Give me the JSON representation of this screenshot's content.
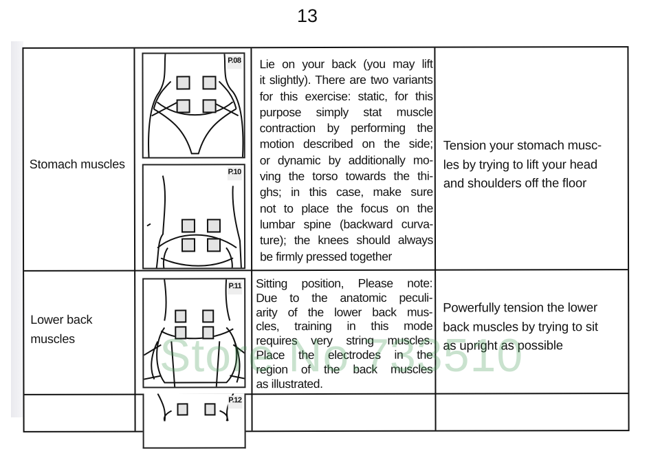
{
  "page_number": "13",
  "watermark": "Store No.733510",
  "rows": [
    {
      "muscle": "Stomach muscles",
      "images": [
        "P.08",
        "P.10"
      ],
      "description_lines": [
        "Lie on your back (you may lift",
        "it slightly). There are two variants",
        "for this exercise: static, for this",
        "purpose simply stat muscle",
        "contraction by performing the",
        "motion described on the side;",
        "or dynamic by additionally mo-",
        "ving the torso towards the thi-",
        "ghs; in this case, make sure",
        "not to place the focus on the",
        "lumbar spine (backward curva-",
        "ture); the knees should always",
        "be firmly pressed together"
      ],
      "instruction_lines": [
        "Tension your stomach musc-",
        "les by trying to lift your head",
        "and shoulders off the floor"
      ]
    },
    {
      "muscle_lines": [
        "Lower back",
        "muscles"
      ],
      "images": [
        "P.11"
      ],
      "description_lines": [
        "Sitting position, Please note:",
        "Due to the anatomic peculi-",
        "arity of the lower back mus-",
        "cles, training in this mode",
        "requires very string muscles.",
        "Place the electrodes in the",
        "region of the back muscles",
        "as illustrated."
      ],
      "instruction_lines": [
        "Powerfully tension the lower",
        "back muscles by trying to sit",
        "as upright as possible"
      ]
    },
    {
      "images": [
        "P.12"
      ]
    }
  ]
}
